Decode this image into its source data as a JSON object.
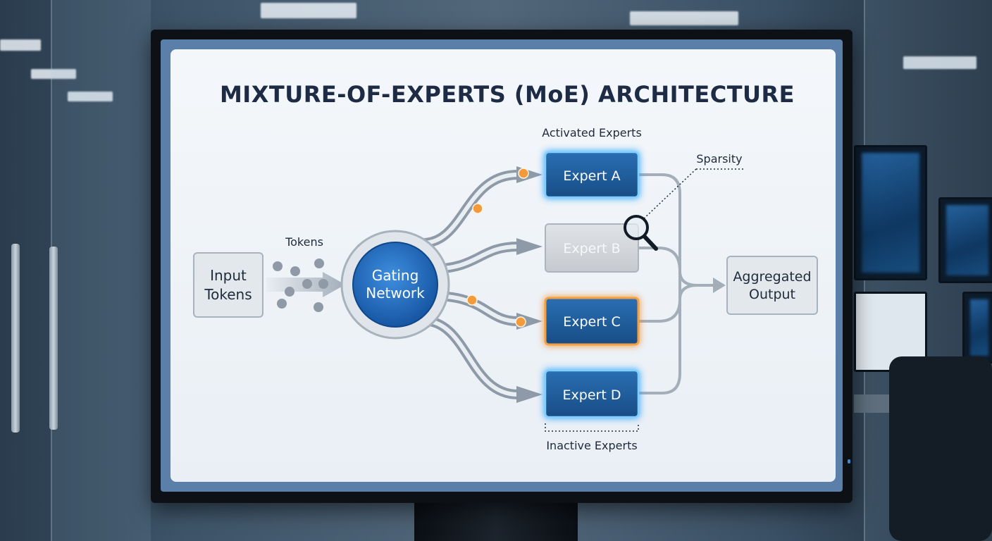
{
  "diagram": {
    "title": "MIXTURE-OF-EXPERTS (MoE) ARCHITECTURE",
    "input": {
      "line1": "Input",
      "line2": "Tokens"
    },
    "tokens_label": "Tokens",
    "gating": {
      "line1": "Gating",
      "line2": "Network"
    },
    "activated_label": "Activated Experts",
    "sparsity_label": "Sparsity",
    "inactive_label": "Inactive Experts",
    "experts": [
      {
        "label": "Expert A",
        "state": "active"
      },
      {
        "label": "Expert B",
        "state": "inactive"
      },
      {
        "label": "Expert C",
        "state": "selected"
      },
      {
        "label": "Expert D",
        "state": "active"
      }
    ],
    "output": {
      "line1": "Aggregated",
      "line2": "Output"
    }
  },
  "colors": {
    "expert_active": "#1f5f9e",
    "expert_active_glow": "#2aa3ff",
    "expert_selected_border": "#f08a2a",
    "expert_inactive": "#d3d6da",
    "gating_fill": "#1d68c0",
    "token_dot": "#8f9aa6",
    "routing_dot": "#f39a3a",
    "title": "#1d2b45"
  },
  "icons": {
    "sparsity_marker": "magnifier-icon"
  }
}
